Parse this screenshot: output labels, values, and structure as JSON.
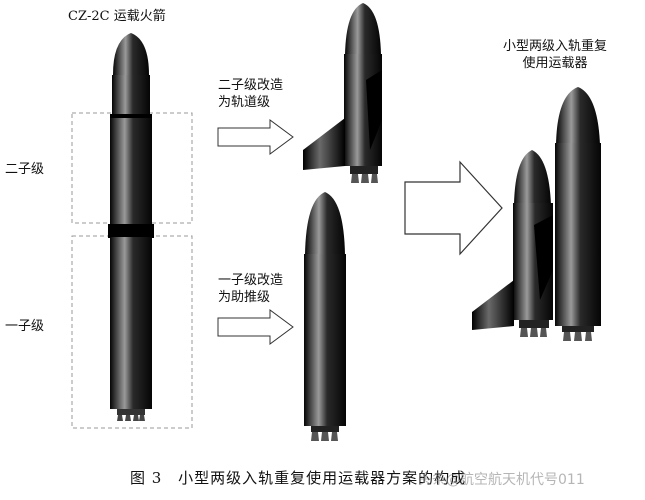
{
  "diagram": {
    "rocket_title": "CZ-2C 运载火箭",
    "stage2_label": "二子级",
    "stage1_label": "一子级",
    "orbital_conversion": [
      "二子级改造",
      "为轨道级"
    ],
    "booster_conversion": [
      "一子级改造",
      "为助推级"
    ],
    "result_title": [
      "小型两级入轨重复",
      "使用运载器"
    ],
    "caption_prefix": "图",
    "caption_number": "3",
    "caption_text": "小型两级入轨重复使用运载器方案的构成",
    "watermark": "头条@航空航天机代号011"
  },
  "colors": {
    "rocket_body": "#111111",
    "highlight": "#8a8a8a",
    "dashed_box": "#999999",
    "arrow_outline": "#333333"
  }
}
